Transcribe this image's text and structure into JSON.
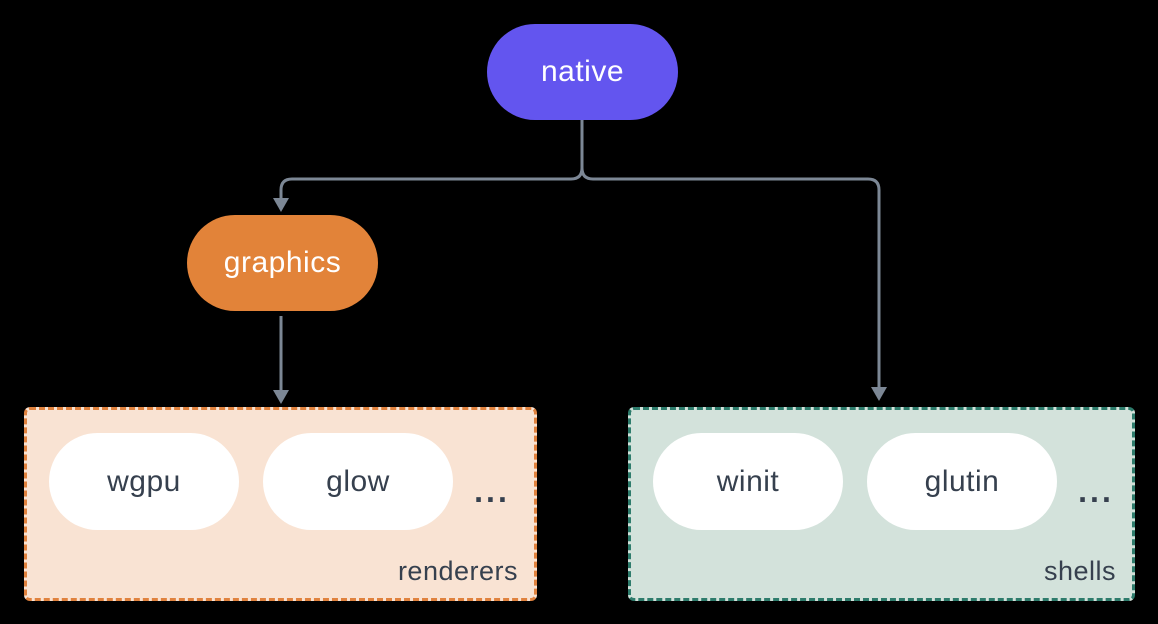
{
  "diagram": {
    "background": "#000000",
    "connector_color": "#7c8795",
    "item_text_color": "#36404e",
    "nodes": {
      "native": {
        "label": "native",
        "fill": "#6355ef",
        "text_color": "#ffffff"
      },
      "graphics": {
        "label": "graphics",
        "fill": "#e28339",
        "text_color": "#ffffff"
      }
    },
    "groups": {
      "renderers": {
        "label": "renderers",
        "fill": "#f9e3d3",
        "border_color": "#e0823e",
        "items": [
          "wgpu",
          "glow"
        ],
        "ellipsis": "..."
      },
      "shells": {
        "label": "shells",
        "fill": "#d3e2db",
        "border_color": "#2e7c6c",
        "items": [
          "winit",
          "glutin"
        ],
        "ellipsis": "..."
      }
    }
  }
}
